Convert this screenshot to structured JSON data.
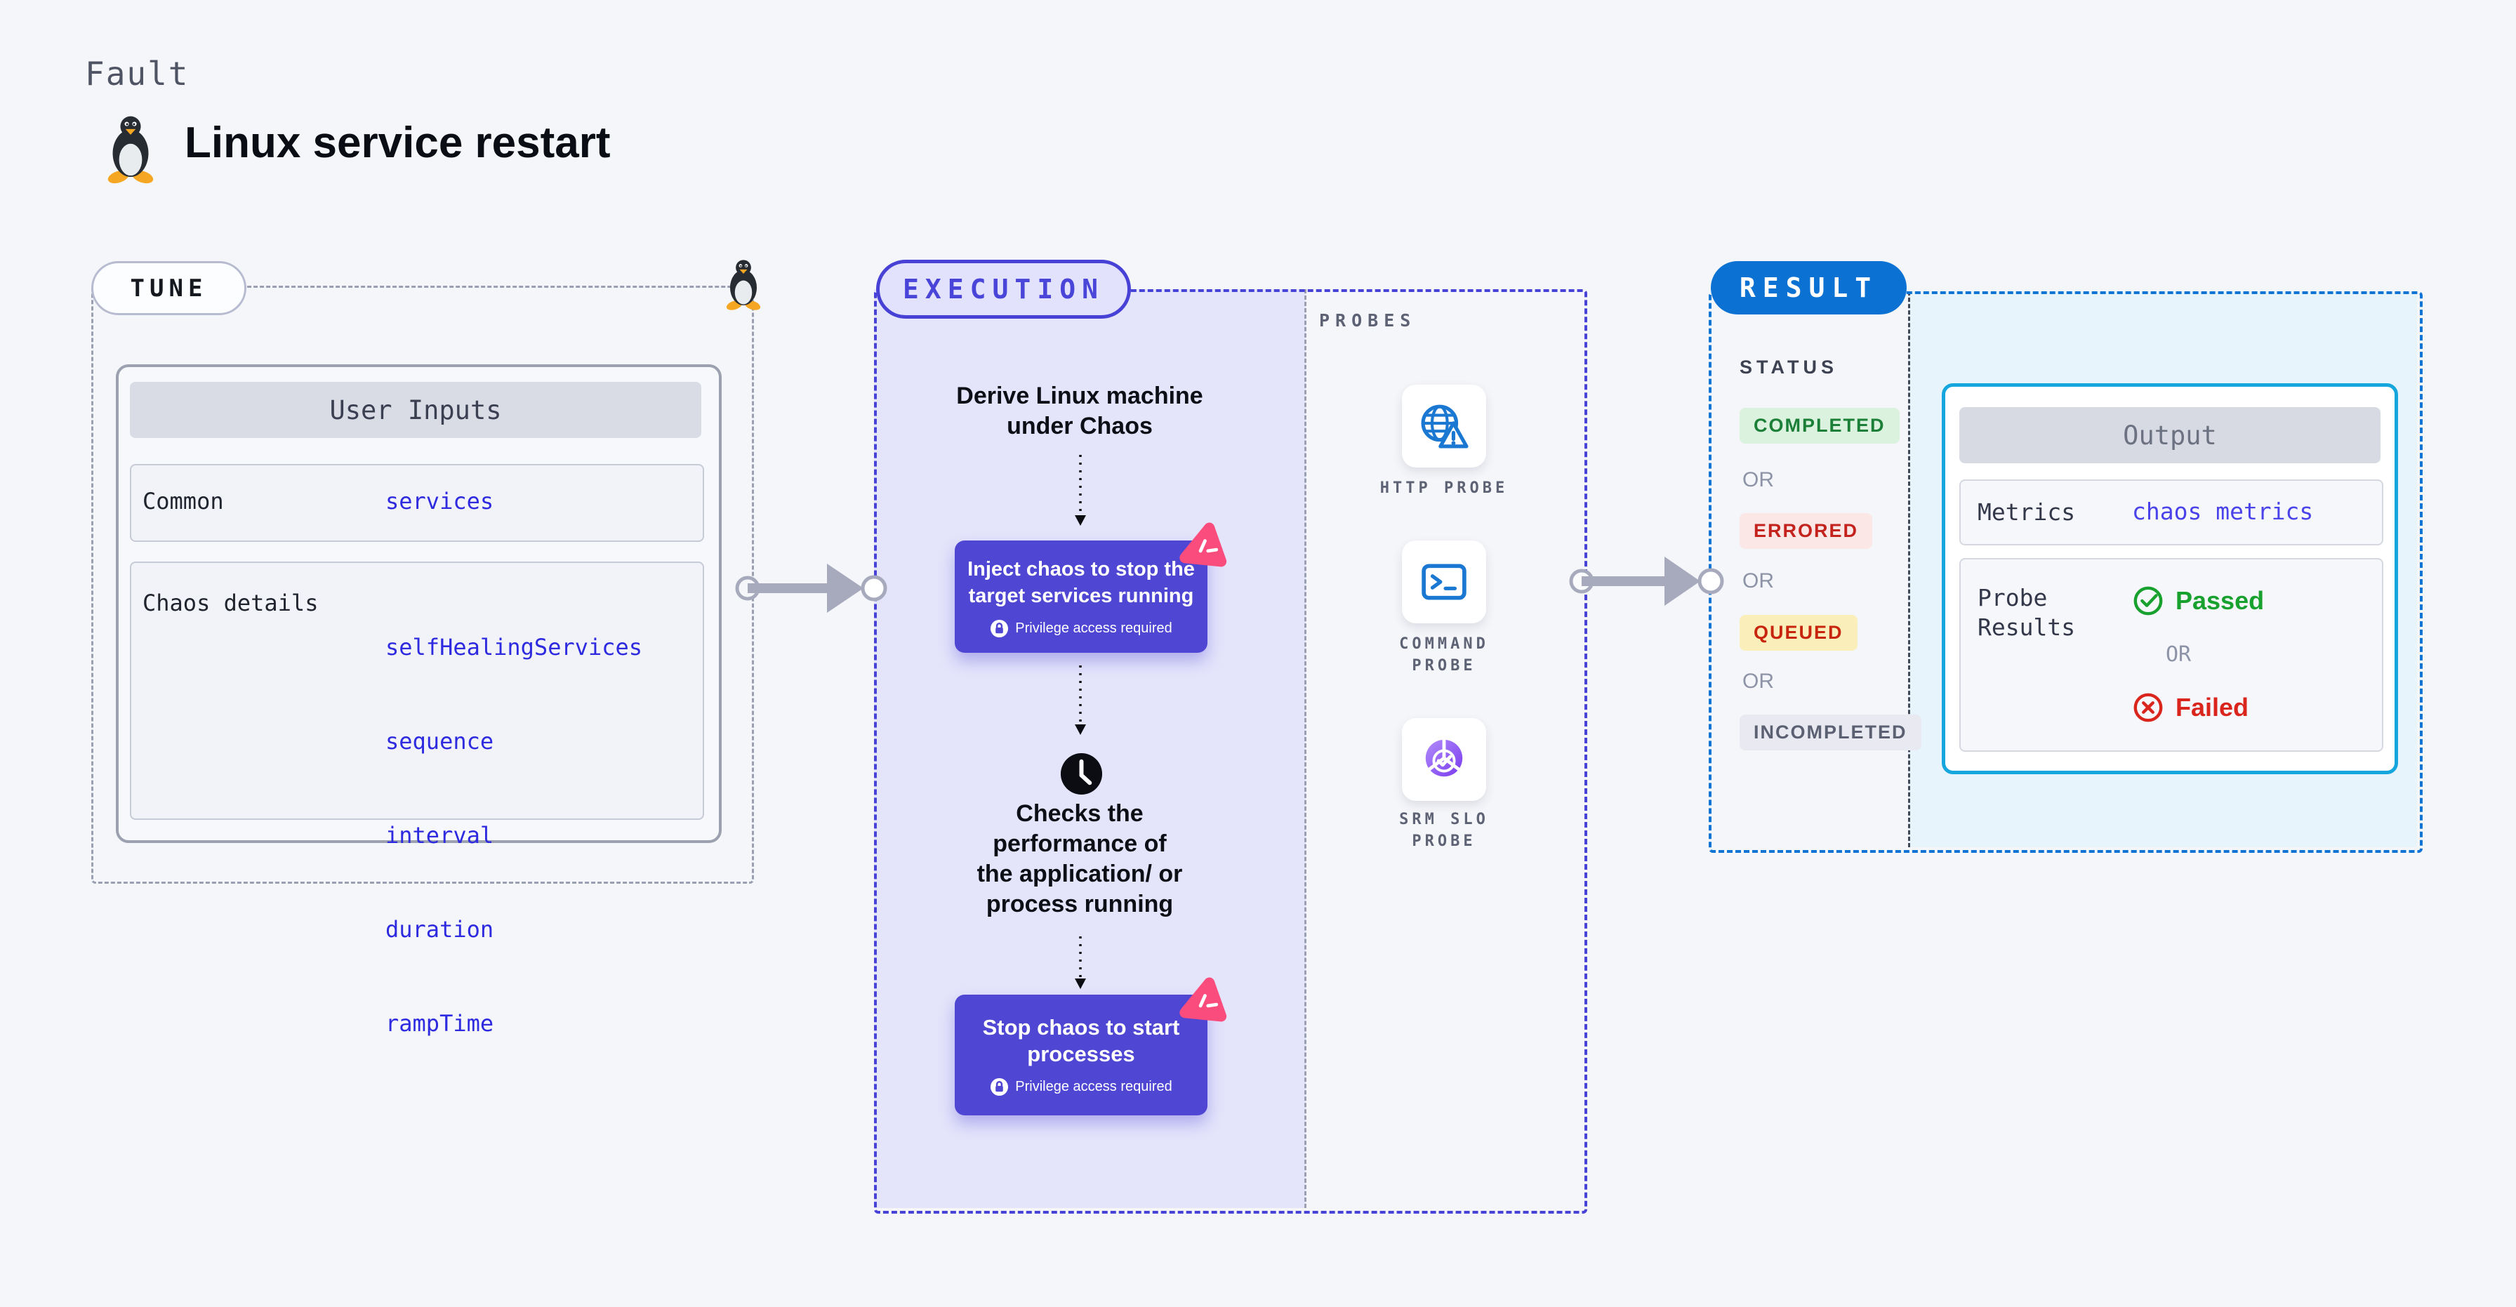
{
  "page": {
    "kicker": "Fault",
    "title": "Linux service restart"
  },
  "tune": {
    "badge": "TUNE",
    "card_title": "User Inputs",
    "rows": [
      {
        "label": "Common",
        "values": [
          "services"
        ]
      },
      {
        "label": "Chaos details",
        "values": [
          "selfHealingServices",
          "sequence",
          "interval",
          "duration",
          "rampTime"
        ]
      }
    ]
  },
  "execution": {
    "badge": "EXECUTION",
    "derive": "Derive Linux machine\nunder Chaos",
    "inject": {
      "title": "Inject chaos to stop the\ntarget services running",
      "note": "Privilege access required"
    },
    "checks": "Checks the\nperformance of\nthe application/ or\nprocess running",
    "stop": {
      "title": "Stop chaos to start\nprocesses",
      "note": "Privilege access required"
    }
  },
  "probes": {
    "label": "PROBES",
    "items": [
      {
        "label": "HTTP PROBE",
        "icon": "globe-alert-icon"
      },
      {
        "label": "COMMAND\nPROBE",
        "icon": "terminal-icon"
      },
      {
        "label": "SRM SLO\nPROBE",
        "icon": "slo-donut-icon"
      }
    ]
  },
  "result": {
    "badge": "RESULT",
    "status_label": "STATUS",
    "or_label": "OR",
    "statuses": [
      {
        "label": "COMPLETED",
        "bg": "#daf2de",
        "color": "#1b7f37"
      },
      {
        "label": "ERRORED",
        "bg": "#fae7e6",
        "color": "#c3221d"
      },
      {
        "label": "QUEUED",
        "bg": "#faeebb",
        "color": "#c8250f"
      },
      {
        "label": "INCOMPLETED",
        "bg": "#e9eaf1",
        "color": "#5b6172"
      }
    ],
    "output": {
      "title": "Output",
      "metrics_label": "Metrics",
      "metrics_value": "chaos metrics",
      "probe_results_label": "Probe\nResults",
      "passed": "Passed",
      "or": "OR",
      "failed": "Failed"
    }
  },
  "colors": {
    "page_bg": "#f5f6f9",
    "execution_accent": "#4843d7",
    "execution_fill": "#e4e4fb",
    "chaos_card": "#4f46d3",
    "chaos_logo_pink": "#fb4d7d",
    "result_accent": "#0f74d4",
    "output_border": "#14a6dd",
    "output_fill": "#e8f4fb",
    "probe_icon_blue": "#1a78d2",
    "value_indigo": "#2d2ae0",
    "passed_green": "#18a12e",
    "failed_red": "#da251d"
  }
}
